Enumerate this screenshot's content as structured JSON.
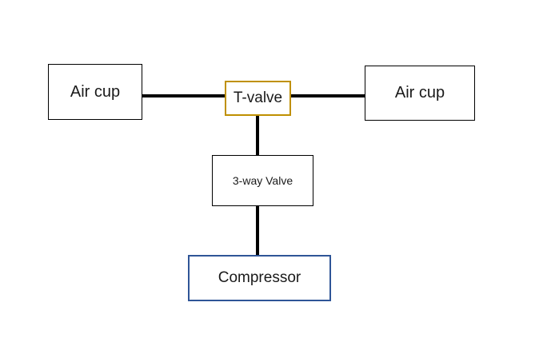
{
  "diagram": {
    "nodes": {
      "air_cup_left": {
        "label": "Air cup"
      },
      "t_valve": {
        "label": "T-valve"
      },
      "air_cup_right": {
        "label": "Air cup"
      },
      "three_way_valve": {
        "label": "3-way Valve"
      },
      "compressor": {
        "label": "Compressor"
      }
    },
    "edges": [
      {
        "from": "air_cup_left",
        "to": "t_valve"
      },
      {
        "from": "t_valve",
        "to": "air_cup_right"
      },
      {
        "from": "t_valve",
        "to": "three_way_valve"
      },
      {
        "from": "three_way_valve",
        "to": "compressor"
      }
    ],
    "colors": {
      "background": "#FFFFFF",
      "box_border": "#000000",
      "t_valve_border": "#BF9000",
      "compressor_border": "#2F5597",
      "connector": "#000000",
      "text": "#1A1A1A"
    }
  }
}
